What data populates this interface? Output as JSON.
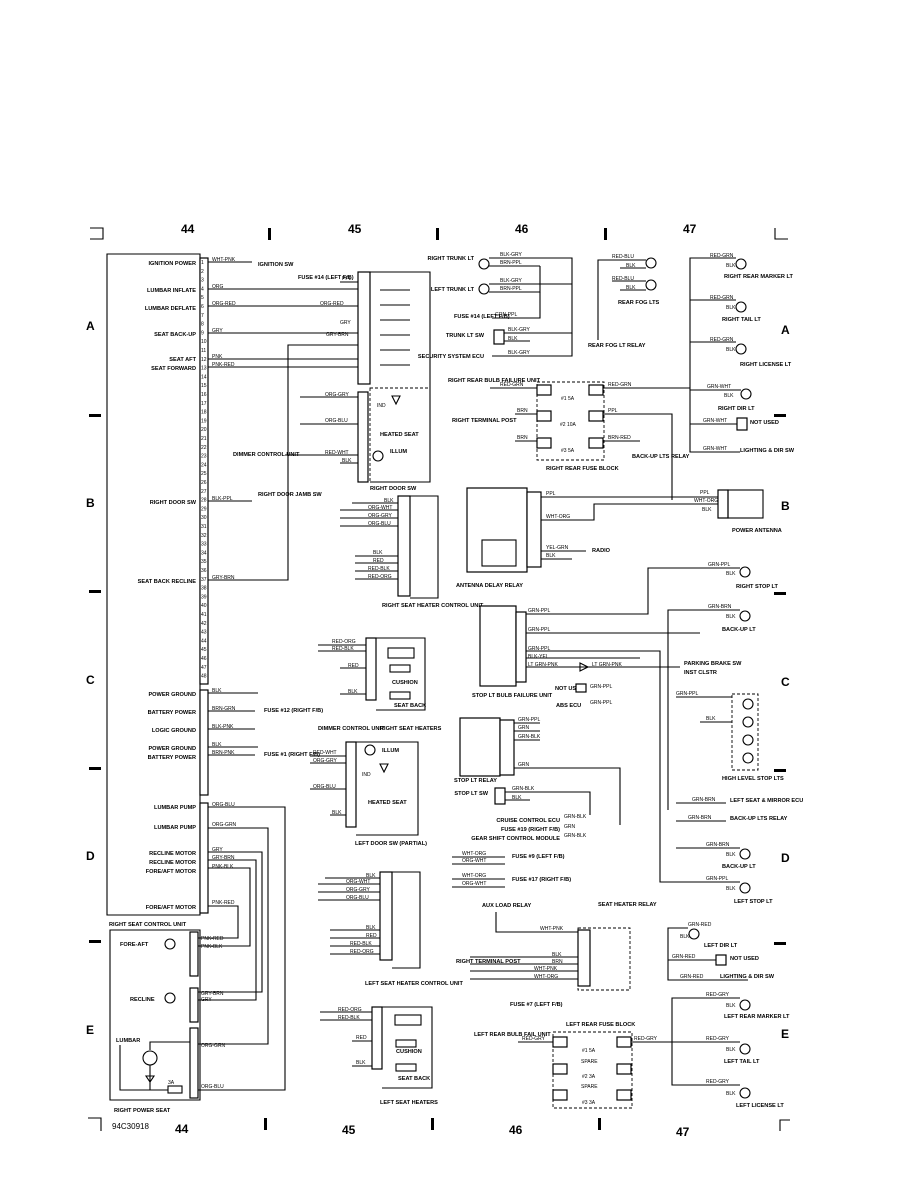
{
  "grid": {
    "columns": [
      "44",
      "45",
      "46",
      "47"
    ],
    "rows": [
      "A",
      "B",
      "C",
      "D",
      "E"
    ]
  },
  "figure_id": "94C30918",
  "left_connector_labels": [
    {
      "pin": "1",
      "label": "IGNITION POWER"
    },
    {
      "pin": "4",
      "label": "LUMBAR INFLATE"
    },
    {
      "pin": "5",
      "label": "LUMBAR DEFLATE"
    },
    {
      "pin": "9",
      "label": "SEAT BACK-UP"
    },
    {
      "pin": "12",
      "label": "SEAT AFT"
    },
    {
      "pin": "13",
      "label": "SEAT FORWARD"
    },
    {
      "pin": "28",
      "label": "RIGHT DOOR SW"
    },
    {
      "pin": "37",
      "label": "SEAT BACK RECLINE"
    },
    {
      "pin": "1",
      "label": "POWER GROUND"
    },
    {
      "pin": "2",
      "label": "BATTERY POWER"
    },
    {
      "pin": "3",
      "label": "LOGIC GROUND"
    },
    {
      "pin": "4",
      "label": "POWER GROUND"
    },
    {
      "pin": "5",
      "label": "BATTERY POWER"
    },
    {
      "pin": "1",
      "label": "LUMBAR PUMP"
    },
    {
      "pin": "3",
      "label": "LUMBAR PUMP"
    },
    {
      "pin": "6",
      "label": "RECLINE MOTOR"
    },
    {
      "pin": "7",
      "label": "RECLINE MOTOR"
    },
    {
      "pin": "8",
      "label": "FORE/AFT MOTOR"
    },
    {
      "pin": "12",
      "label": "FORE/AFT MOTOR"
    }
  ],
  "units": {
    "right_seat_control_unit": "RIGHT SEAT CONTROL UNIT",
    "right_power_seat": "RIGHT POWER SEAT",
    "right_door_sw": "RIGHT DOOR SW",
    "right_seat_heater_control": "RIGHT SEAT HEATER CONTROL UNIT",
    "right_seat_heaters": "RIGHT SEAT HEATERS",
    "left_door_sw": "LEFT DOOR SW (PARTIAL)",
    "left_seat_heater_control": "LEFT SEAT HEATER CONTROL UNIT",
    "left_seat_heaters": "LEFT SEAT HEATERS",
    "right_rear_fuse_block": "RIGHT REAR FUSE BLOCK",
    "left_rear_fuse_block": "LEFT REAR FUSE BLOCK",
    "antenna_delay_relay": "ANTENNA DELAY RELAY",
    "power_antenna": "POWER ANTENNA",
    "stop_lt_bulb_failure": "STOP LT BULB FAILURE UNIT",
    "stop_lt_relay": "STOP LT RELAY",
    "seat_heater_relay": "SEAT HEATER RELAY",
    "high_level_stop": "HIGH LEVEL STOP LTS"
  },
  "component_labels": {
    "ignition_sw": "IGNITION SW",
    "fuse14": "FUSE #14 (LEFT F/B)",
    "dimmer": "DIMMER CONTROL UNIT",
    "heated_seat": "HEATED SEAT",
    "illum": "ILLUM",
    "ind": "IND",
    "right_door_jamb": "RIGHT DOOR JAMB SW",
    "fuse12": "FUSE #12 (RIGHT F/B)",
    "fuse1": "FUSE #1 (RIGHT F/B)",
    "cushion": "CUSHION",
    "seat_back": "SEAT BACK",
    "fore_aft": "FORE-AFT",
    "recline": "RECLINE",
    "lumbar": "LUMBAR",
    "fuse_3a": "3A",
    "right_trunk_lt": "RIGHT TRUNK LT",
    "left_trunk_lt": "LEFT TRUNK LT",
    "trunk_lt_sw": "TRUNK LT SW",
    "security_ecu": "SECURITY SYSTEM ECU",
    "rear_fog_lts": "REAR FOG LTS",
    "rear_fog_relay": "REAR FOG LT RELAY",
    "right_rear_marker": "RIGHT REAR MARKER LT",
    "right_tail": "RIGHT TAIL LT",
    "right_license": "RIGHT LICENSE LT",
    "rr_bulb_failure": "RIGHT REAR BULB FAILURE UNIT",
    "right_terminal_post": "RIGHT TERMINAL POST",
    "fuse_r1": "#1 5A",
    "fuse_r2": "#2 10A",
    "fuse_r3": "#3 5A",
    "backup_lts_relay": "BACK-UP LTS RELAY",
    "right_dir_lt": "RIGHT DIR LT",
    "not_used": "NOT USED",
    "lighting_dir": "LIGHTING & DIR SW",
    "radio": "RADIO",
    "right_stop_lt": "RIGHT STOP LT",
    "backup_lt": "BACK-UP LT",
    "parking_brake": "PARKING BRAKE SW",
    "inst_clstr": "INST CLSTR",
    "abs_ecu": "ABS ECU",
    "stop_lt_sw": "STOP LT SW",
    "cruise_ecu": "CRUISE CONTROL ECU",
    "fuse19": "FUSE #19 (RIGHT F/B)",
    "gear_shift": "GEAR SHIFT CONTROL MODULE",
    "left_seat_mirror": "LEFT SEAT & MIRROR ECU",
    "backup_lts_relay2": "BACK-UP LTS RELAY",
    "fuse9": "FUSE #9 (LEFT F/B)",
    "fuse17": "FUSE #17 (RIGHT F/B)",
    "aux_load": "AUX LOAD RELAY",
    "left_stop_lt": "LEFT STOP LT",
    "left_dir_lt": "LEFT DIR LT",
    "left_rear_marker": "LEFT REAR MARKER LT",
    "left_tail": "LEFT TAIL LT",
    "left_license": "LEFT LICENSE LT",
    "lr_bulb_fail": "LEFT REAR BULB FAIL UNIT",
    "fuse7": "FUSE #7 (LEFT F/B)",
    "spare": "SPARE",
    "fuse_l1": "#1 5A",
    "fuse_l2": "#2 3A",
    "fuse_l3": "#3 3A"
  },
  "wire_colors": {
    "wht_pnk": "WHT-PNK",
    "ppl": "PPL",
    "org": "ORG",
    "org_red": "ORG-RED",
    "gry": "GRY",
    "gry_brn": "GRY-BRN",
    "pnk": "PNK",
    "pnk_red": "PNK-RED",
    "org_gry": "ORG-GRY",
    "org_blu": "ORG-BLU",
    "red_wht": "RED-WHT",
    "blk": "BLK",
    "blk_ppl": "BLK-PPL",
    "org_wht": "ORG-WHT",
    "red": "RED",
    "red_blk": "RED-BLK",
    "red_org": "RED-ORG",
    "brn_grn": "BRN-GRN",
    "blk_pnk": "BLK-PNK",
    "brn_pnk": "BRN-PNK",
    "org_grn": "ORG-GRN",
    "grn_ppl": "GRN-PPL",
    "blk_gry": "BLK-GRY",
    "brn_ppl": "BRN-PPL",
    "red_blu": "RED-BLU",
    "red_grn": "RED-GRN",
    "brn": "BRN",
    "brn_red": "BRN-RED",
    "grn_wht": "GRN-WHT",
    "wht_org": "WHT-ORG",
    "yel_grn": "YEL-GRN",
    "grn_brn": "GRN-BRN",
    "blk_yel": "BLK-YEL",
    "lt_grn_pnk": "LT GRN-PNK",
    "grn_blk": "GRN-BLK",
    "grn": "GRN",
    "grn_red": "GRN-RED",
    "red_gry": "RED-GRY",
    "pnk_blk": "PNK-BLK"
  }
}
